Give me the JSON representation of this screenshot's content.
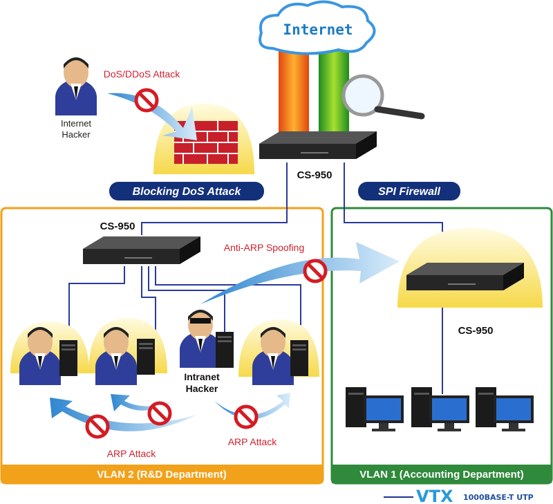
{
  "cloud": {
    "label": "Internet"
  },
  "labels": {
    "dos_attack": "DoS/DDoS Attack",
    "internet_hacker_1": "Internet",
    "internet_hacker_2": "Hacker",
    "top_switch": "CS-950",
    "left_switch": "CS-950",
    "right_switch": "CS-950",
    "anti_arp": "Anti-ARP Spoofing",
    "intranet_hacker_1": "Intranet",
    "intranet_hacker_2": "Hacker",
    "arp_attack_left": "ARP Attack",
    "arp_attack_right": "ARP Attack"
  },
  "badges": {
    "blocking_dos": "Blocking DoS Attack",
    "spi_firewall": "SPI Firewall"
  },
  "vlans": {
    "vlan2": "VLAN 2 (R&D Department)",
    "vlan1": "VLAN 1 (Accounting Department)"
  },
  "watermark": {
    "logo": "VTX",
    "text": "1000BASE-T UTP"
  },
  "colors": {
    "vlan2": "#f2a11a",
    "vlan1": "#2f8a3b",
    "badge": "#13307a",
    "wire": "#2a3a9a",
    "attack_text": "#d0202e",
    "internet": "#1e7bc4"
  }
}
